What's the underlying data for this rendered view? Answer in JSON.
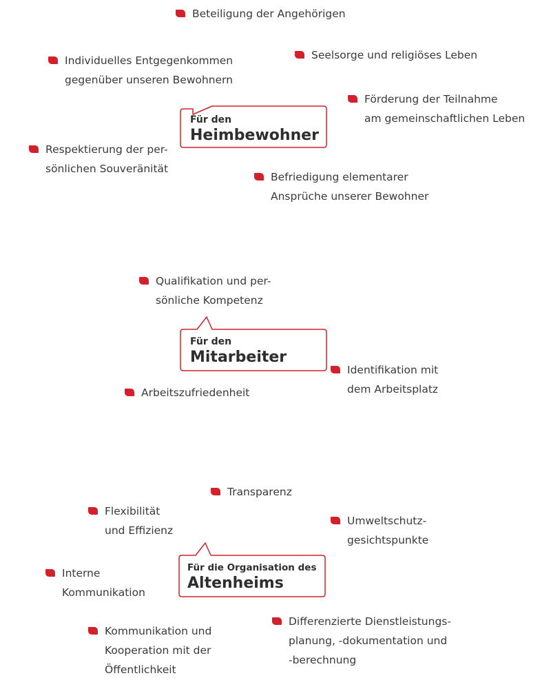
{
  "accent_color": "#d3202a",
  "sections": [
    {
      "bubble": {
        "line1": "Für den",
        "line2": "Heimbewohner"
      },
      "items": [
        "Beteiligung der Angehörigen",
        "Individuelles Entgegenkommen\ngegenüber unseren Bewohnern",
        "Seelsorge und religiöses Leben",
        "Förderung der Teilnahme\nam gemeinschaftlichen Leben",
        "Respektierung der per-\nsönlichen Souveränität",
        "Befriedigung elementarer\nAnsprüche unserer Bewohner"
      ]
    },
    {
      "bubble": {
        "line1": "Für den",
        "line2": "Mitarbeiter"
      },
      "items": [
        "Qualifikation und per-\nsönliche Kompetenz",
        "Identifikation mit\ndem Arbeitsplatz",
        "Arbeitszufriedenheit"
      ]
    },
    {
      "bubble": {
        "line1": "Für die Organisation des",
        "line2": "Altenheims"
      },
      "items": [
        "Transparenz",
        "Flexibilität\nund Effizienz",
        "Umweltschutz-\ngesichtspunkte",
        "Interne\nKommunikation",
        "Differenzierte Dienstleistungs-\nplanung, -dokumentation und\n-berechnung",
        "Kommunikation und\nKooperation mit der\nÖffentlichkeit"
      ]
    }
  ]
}
